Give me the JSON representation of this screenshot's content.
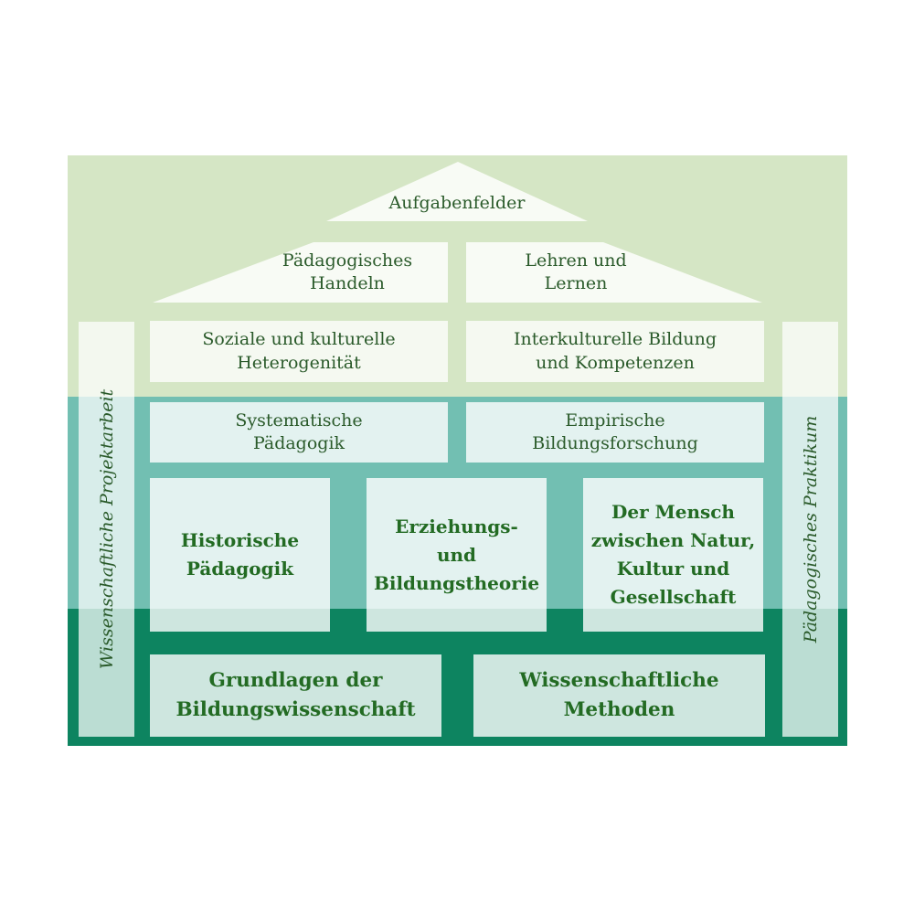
{
  "colors": {
    "band_top": "#d5e6c5",
    "band_mid": "#72bfb2",
    "band_bottom": "#0d8460",
    "text": "#2a5a2a"
  },
  "roof": {
    "peak": "Aufgabenfelder",
    "left": "Pädagogisches\nHandeln",
    "right": "Lehren und\nLernen"
  },
  "pillars": {
    "left": "Wissenschaftliche Projektarbeit",
    "right": "Pädagogisches Praktikum"
  },
  "row1": {
    "left": "Soziale und kulturelle\nHeterogenität",
    "right": "Interkulturelle Bildung\nund Kompetenzen"
  },
  "row2": {
    "left": "Systematische\nPädagogik",
    "right": "Empirische\nBildungsforschung"
  },
  "row3": {
    "left": "Historische\nPädagogik",
    "middle": "Erziehungs-\nund\nBildungstheorie",
    "right": "Der Mensch\nzwischen Natur,\nKultur und\nGesellschaft"
  },
  "foundation": {
    "left": "Grundlagen der\nBildungswissenschaft",
    "right": "Wissenschaftliche\nMethoden"
  }
}
